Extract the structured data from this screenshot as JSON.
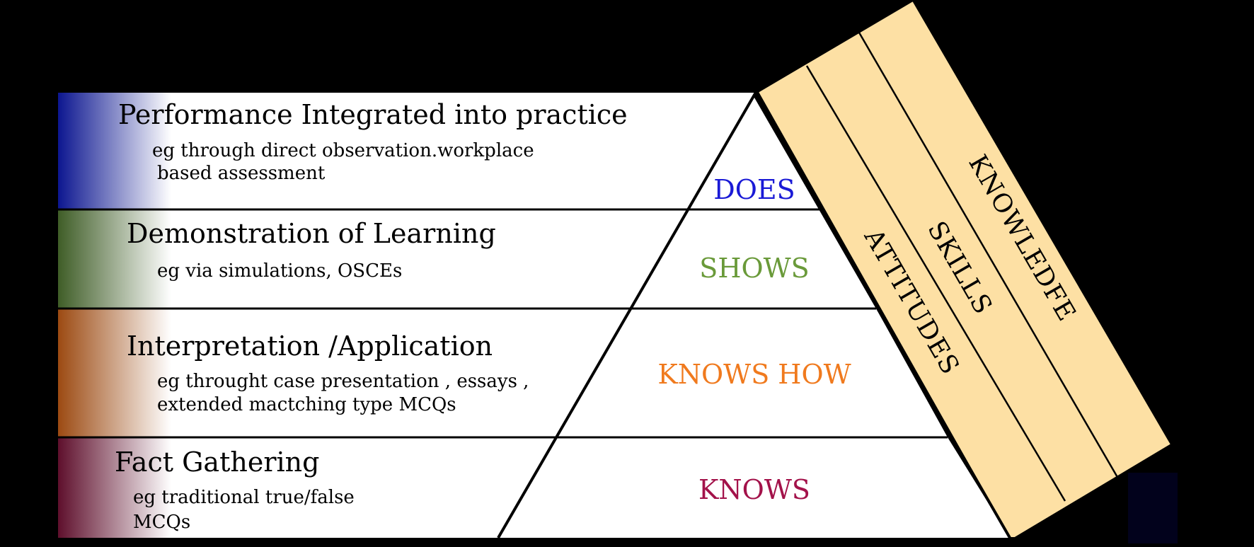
{
  "rows": [
    {
      "title": "Performance Integrated into practice",
      "desc": [
        "eg through direct observation.workplace",
        "based assessment"
      ],
      "level": "DOES",
      "level_color": "#1a1ad6",
      "grad_color": "#0c1690"
    },
    {
      "title": "Demonstration of Learning",
      "desc": [
        "eg via simulations, OSCEs"
      ],
      "level": "SHOWS",
      "level_color": "#6a9a3a",
      "grad_color": "#3f5d27"
    },
    {
      "title": "Interpretation /Application",
      "desc": [
        "eg throught case presentation , essays ,",
        "extended mactching type MCQs"
      ],
      "level": "KNOWS HOW",
      "level_color": "#f07a1e",
      "grad_color": "#9c4a12"
    },
    {
      "title": "Fact Gathering",
      "desc": [
        "eg traditional true/false",
        "MCQs"
      ],
      "level": "KNOWS",
      "level_color": "#a3124a",
      "grad_color": "#5e0f2c"
    }
  ],
  "band": {
    "fill": "#fde0a4",
    "labels": [
      "KNOWLEDFE",
      "SKILLS",
      "ATTITUDES"
    ]
  }
}
